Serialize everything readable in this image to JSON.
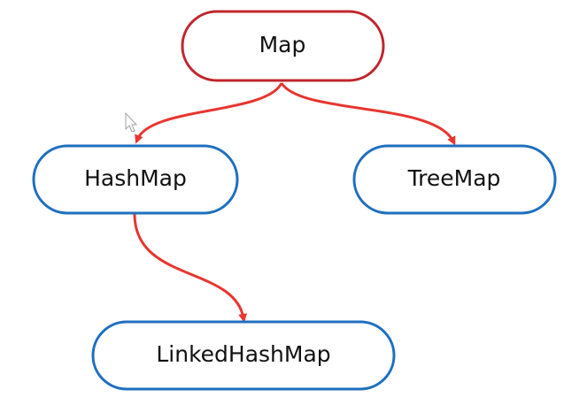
{
  "diagram": {
    "nodes": [
      {
        "id": "map",
        "label": "Map",
        "border_color": "#c0272d"
      },
      {
        "id": "hashmap",
        "label": "HashMap",
        "border_color": "#1f6fbf"
      },
      {
        "id": "treemap",
        "label": "TreeMap",
        "border_color": "#1f6fbf"
      },
      {
        "id": "linkedhashmap",
        "label": "LinkedHashMap",
        "border_color": "#1f6fbf"
      }
    ],
    "edges": [
      {
        "from": "map",
        "to": "hashmap"
      },
      {
        "from": "map",
        "to": "treemap"
      },
      {
        "from": "hashmap",
        "to": "linkedhashmap"
      }
    ],
    "colors": {
      "edge": "#e8352f",
      "background": "#ffffff"
    },
    "icons": {
      "cursor": "mouse-pointer-icon"
    }
  }
}
